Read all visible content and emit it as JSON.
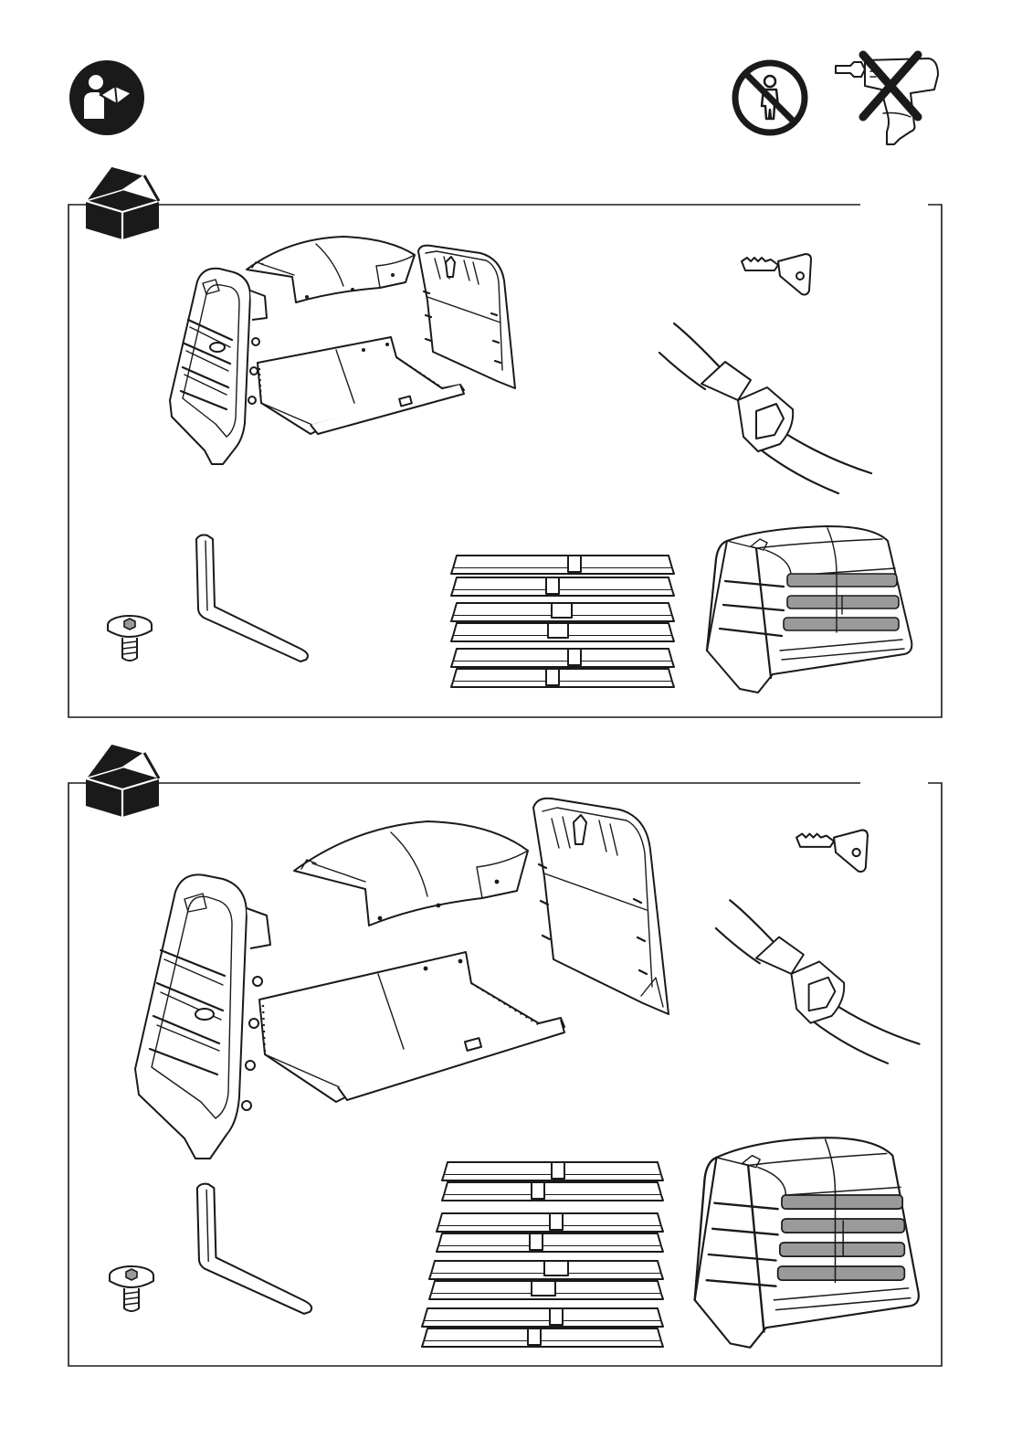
{
  "page": {
    "header_icons": [
      "read-manual-icon",
      "no-children-icon",
      "no-power-drill-icon"
    ],
    "sections": [
      {
        "variant": "small",
        "box_icon": "open-box-icon",
        "parts": [
          "side-frame-with-bars",
          "roof-panel",
          "floor-panel",
          "back-panel",
          "key",
          "strap-with-buckle",
          "screw",
          "allen-key",
          "bars-set",
          "assembled-crate"
        ]
      },
      {
        "variant": "large",
        "box_icon": "open-box-icon",
        "parts": [
          "side-frame-with-bars",
          "roof-panel",
          "floor-panel",
          "back-panel",
          "key",
          "strap-with-buckle",
          "screw",
          "allen-key",
          "bars-set",
          "assembled-crate"
        ]
      }
    ],
    "colors": {
      "line": "#1a1a1a",
      "shade": "#9a9a9a",
      "paper": "#ffffff"
    }
  }
}
